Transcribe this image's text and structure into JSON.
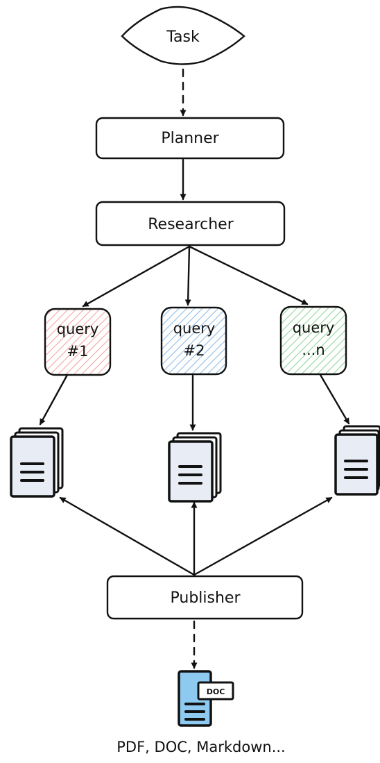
{
  "nodes": {
    "task": "Task",
    "planner": "Planner",
    "researcher": "Researcher",
    "publisher": "Publisher",
    "queries": [
      {
        "line1": "query",
        "line2": "#1",
        "color": "#f3a5a5"
      },
      {
        "line1": "query",
        "line2": "#2",
        "color": "#8fbde8"
      },
      {
        "line1": "query",
        "line2": "...n",
        "color": "#93d69a"
      }
    ]
  },
  "output": {
    "doc_tag": "DOC",
    "caption": "PDF, DOC, Markdown..."
  },
  "colors": {
    "doc_fill": "#e8edf5",
    "output_doc_fill": "#8ec9ef"
  }
}
